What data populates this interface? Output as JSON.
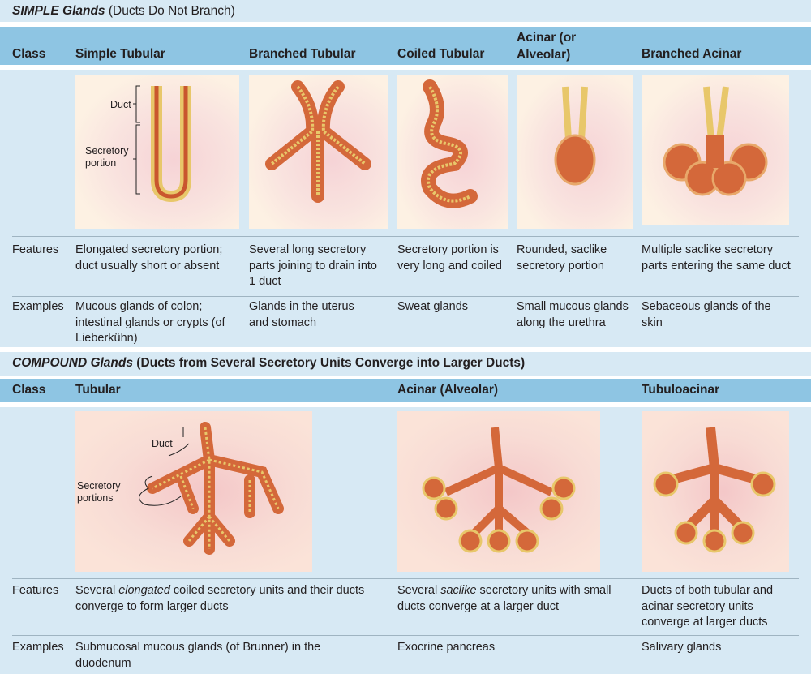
{
  "simple": {
    "title_em": "SIMPLE Glands",
    "title_rest": "(Ducts Do Not Branch)",
    "class_label": "Class",
    "columns": [
      "Simple Tubular",
      "Branched Tubular",
      "Coiled Tubular",
      "Acinar (or Alveolar)",
      "Branched Acinar"
    ],
    "diagram_labels": {
      "duct": "Duct",
      "secretory": "Secretory portion"
    },
    "features_label": "Features",
    "features": [
      "Elongated secretory portion; duct usually short or absent",
      "Several long secretory parts joining to drain into 1 duct",
      "Secretory portion is very long and coiled",
      "Rounded, saclike secretory portion",
      "Multiple saclike secretory parts entering the same duct"
    ],
    "examples_label": "Examples",
    "examples": [
      "Mucous glands of colon; intestinal glands or crypts (of Lieberkühn)",
      "Glands in the uterus and stomach",
      "Sweat glands",
      "Small mucous glands along the urethra",
      "Sebaceous glands of the skin"
    ]
  },
  "compound": {
    "title_em": "COMPOUND Glands",
    "title_rest": "(Ducts from Several Secretory Units Converge into Larger Ducts)",
    "class_label": "Class",
    "columns": [
      "Tubular",
      "Acinar (Alveolar)",
      "Tubuloacinar"
    ],
    "diagram_labels": {
      "duct": "Duct",
      "secretory": "Secretory portions"
    },
    "features_label": "Features",
    "features": [
      {
        "pre": "Several ",
        "em": "elongated",
        "post": " coiled secretory units and their ducts converge to form larger ducts"
      },
      {
        "pre": "Several ",
        "em": "saclike",
        "post": " secretory units with small ducts converge at a larger duct"
      },
      {
        "pre": "",
        "em": "",
        "post": "Ducts of both tubular and acinar secretory units converge at larger ducts"
      }
    ],
    "examples_label": "Examples",
    "examples": [
      "Submucosal mucous glands (of Brunner) in the duodenum",
      "Exocrine pancreas",
      "Salivary glands"
    ]
  },
  "colors": {
    "header_band": "#8ec5e3",
    "background": "#d7e9f4",
    "gland": "#d4683a",
    "epithelium": "#e8c76a"
  }
}
